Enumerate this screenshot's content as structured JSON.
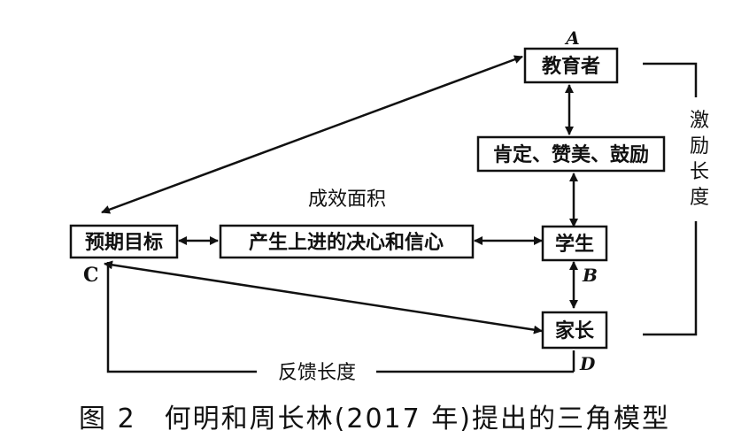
{
  "nodes": {
    "educator": "教育者",
    "praise": "肯定、赞美、鼓励",
    "student": "学生",
    "parent": "家长",
    "goal": "预期目标",
    "determination": "产生上进的决心和信心"
  },
  "labels": {
    "area": "成效面积",
    "incentive": [
      "激",
      "励",
      "长",
      "度"
    ],
    "feedback": "反馈长度"
  },
  "vertices": {
    "a": "A",
    "b": "B",
    "c": "C",
    "d": "D"
  },
  "caption": "图 2　何明和周长林(2017 年)提出的三角模型"
}
